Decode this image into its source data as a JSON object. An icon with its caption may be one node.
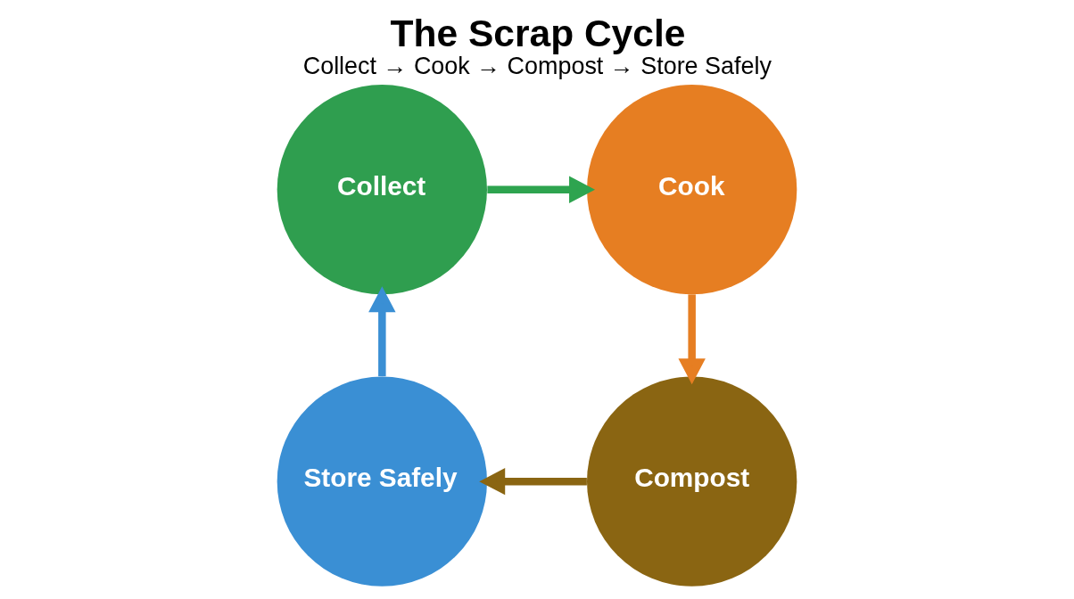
{
  "diagram": {
    "title": "The Scrap Cycle",
    "caption": "Collect → Cook → Compost → Store Safely",
    "nodes": [
      {
        "text": [
          "Collect"
        ]
      },
      {
        "text": [
          "Cook"
        ]
      },
      {
        "text": [
          "Compost"
        ]
      },
      {
        "text": [
          "Store Safely"
        ]
      }
    ],
    "edges": [
      {
        "from": 0,
        "to": 1,
        "arrow": "to",
        "color": "#2ea44f"
      },
      {
        "from": 1,
        "to": 2,
        "arrow": "to",
        "color": "#e67e22"
      },
      {
        "from": 2,
        "to": 3,
        "arrow": "to",
        "color": "#8a6512"
      },
      {
        "from": 3,
        "to": 0,
        "arrow": "to",
        "color": "#3a8fd4"
      }
    ]
  }
}
